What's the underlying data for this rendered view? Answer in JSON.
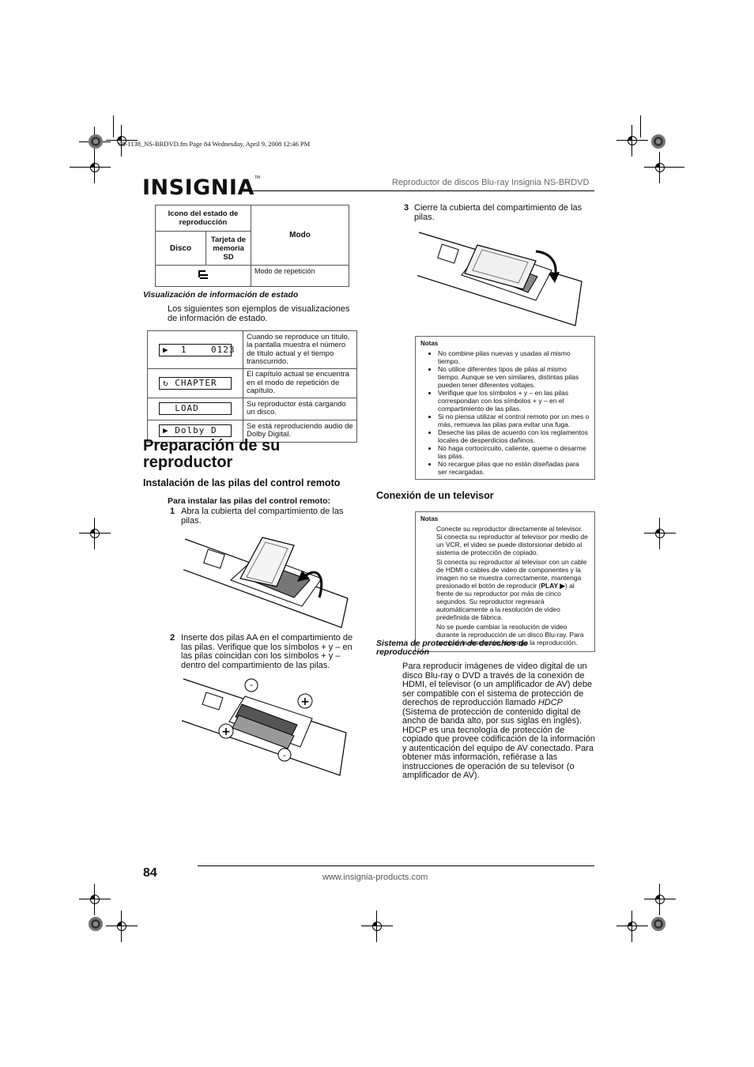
{
  "print_info": "08-1138_NS-BRDVD.fm  Page 84  Wednesday, April 9, 2008  12:46 PM",
  "header": {
    "logo": "INSIGNIA",
    "logo_tm": "TM",
    "running_title": "Reproductor de discos Blu-ray Insignia NS-BRDVD"
  },
  "mode_table": {
    "h_icon": "Icono del estado de reproducción",
    "h_mode": "Modo",
    "h_disc": "Disco",
    "h_card": "Tarjeta de memoria SD",
    "row_mode": "Modo de repetición"
  },
  "caption_status": "Visualización de información de estado",
  "intro_status": "Los siguientes son ejemplos de visualizaciones de información de estado.",
  "status_table": [
    {
      "display": "▶  1    0123",
      "text": "Cuando se reproduce un título, la pantalla muestra el número de título actual y el tiempo transcurrido."
    },
    {
      "display": "↻ CHAPTER",
      "text": "El capítulo actual se encuentra en el modo de repetición de capítulo."
    },
    {
      "display": "  LOAD",
      "text": "Su reproductor está cargando un disco."
    },
    {
      "display": "▶ Dolby D",
      "text": "Se está reproduciendo audio de Dolby Digital."
    }
  ],
  "section_title": "Preparación de su reproductor",
  "sub_batteries": "Instalación de las pilas del control remoto",
  "proc_title": "Para instalar las pilas del control remoto:",
  "steps": [
    {
      "num": "1",
      "text": "Abra la cubierta del compartimiento de las pilas."
    },
    {
      "num": "2",
      "text": "Inserte dos pilas AA en el compartimiento de las pilas. Verifique que los símbolos + y – en las pilas coincidan con los símbolos + y – dentro del compartimiento de las pilas."
    },
    {
      "num": "3",
      "text": "Cierre la cubierta del compartimiento de las pilas."
    }
  ],
  "notes1": {
    "title": "Notas",
    "items": [
      "No combine pilas nuevas y usadas al mismo tiempo.",
      "No utilice diferentes tipos de pilas al mismo tiempo. Aunque se ven similares, distintas pilas pueden tener diferentes voltajes.",
      "Verifique que los símbolos + y – en las pilas correspondan con los símbolos + y – en el compartimiento de las pilas.",
      "Si no piensa utilizar el control remoto por un mes o más, remueva las pilas para evitar una fuga.",
      "Deseche las pilas de acuerdo con los reglamentos locales de desperdicios dañinos.",
      "No haga cortocircuito, caliente, queme o desarme las pilas.",
      "No recargue pilas que no están diseñadas para ser recargadas."
    ]
  },
  "sub_tv": "Conexión de un televisor",
  "notes2": {
    "title": "Notas",
    "p1": "Conecte su reproductor directamente al televisor. Si conecta su reproductor al televisor por medio de un VCR, el video se puede distorsionar debido al sistema de protección de copiado.",
    "p2a": "Si conecta su reproductor al televisor con un cable de HDMI o cables de video de componentes y la imagen no se muestra correctamente, mantenga presionado el botón de reproducir (",
    "p2b": "PLAY ▶",
    "p2c": ") al frente de su reproductor por más de cinco segundos. Su reproductor regresará automáticamente a la resolución de video predefinida de fábrica.",
    "p3": "No se puede cambiar la resolución de video durante la reproducción de un disco Blu-ray. Para cambiar la resolución, detenga la reproducción."
  },
  "caption_hdcp": "Sistema de protección de derechos de reproducción",
  "hdcp_a": "Para reproducir imágenes de video digital de un disco Blu-ray o DVD a través de la conexión de HDMI, el televisor (o un amplificador de AV) debe ser compatible con el sistema de protección de derechos de reproducción llamado ",
  "hdcp_b": "HDCP",
  "hdcp_c": " (Sistema de protección de contenido digital de ancho de banda alto, por sus siglas en inglés). HDCP es una tecnología de protección de copiado que provee codificación de la información y autenticación del equipo de AV conectado. Para obtener más información, refiérase a las instrucciones de operación de su televisor (o amplificador de AV).",
  "footer": {
    "page": "84",
    "url": "www.insignia-products.com"
  },
  "battery_marks": {
    "plus": "+",
    "minus": "-"
  }
}
